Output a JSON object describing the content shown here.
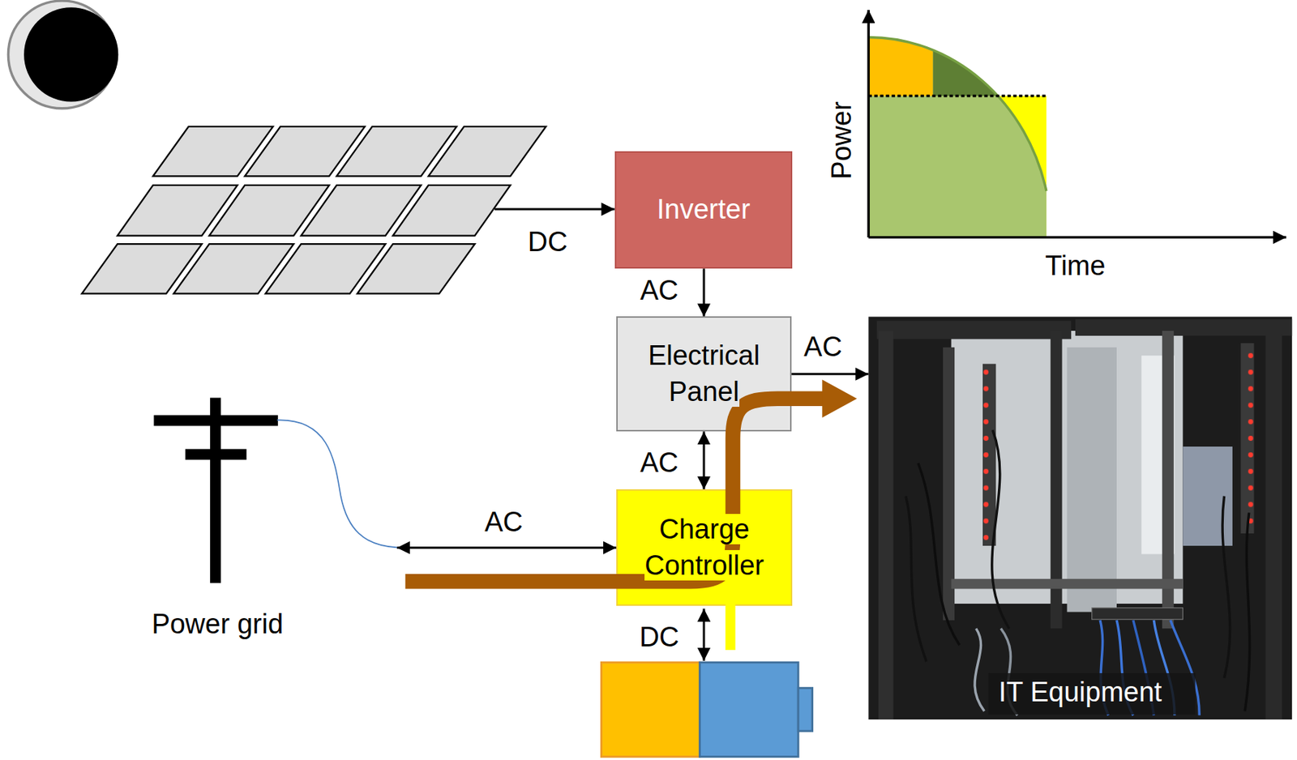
{
  "diagram": {
    "nodes": [
      {
        "text": [
          "Inverter"
        ]
      },
      {
        "text": [
          "Electrical Panel"
        ]
      },
      {
        "text": [
          "IT Equipment"
        ]
      },
      {
        "text": [
          "Power grid"
        ]
      },
      {
        "text": [
          "Charge Controller"
        ]
      }
    ],
    "edges": [
      {
        "from": 0,
        "to": 1,
        "label": "AC",
        "arrow": "to"
      },
      {
        "from": 1,
        "to": 2,
        "label": "AC",
        "arrow": "to"
      },
      {
        "from": 1,
        "to": 4,
        "label": "AC",
        "arrow": "both"
      },
      {
        "from": 3,
        "to": 4,
        "label": "AC",
        "arrow": "both"
      }
    ],
    "labels": [
      "DC",
      "DC",
      "Power",
      "Time"
    ]
  }
}
